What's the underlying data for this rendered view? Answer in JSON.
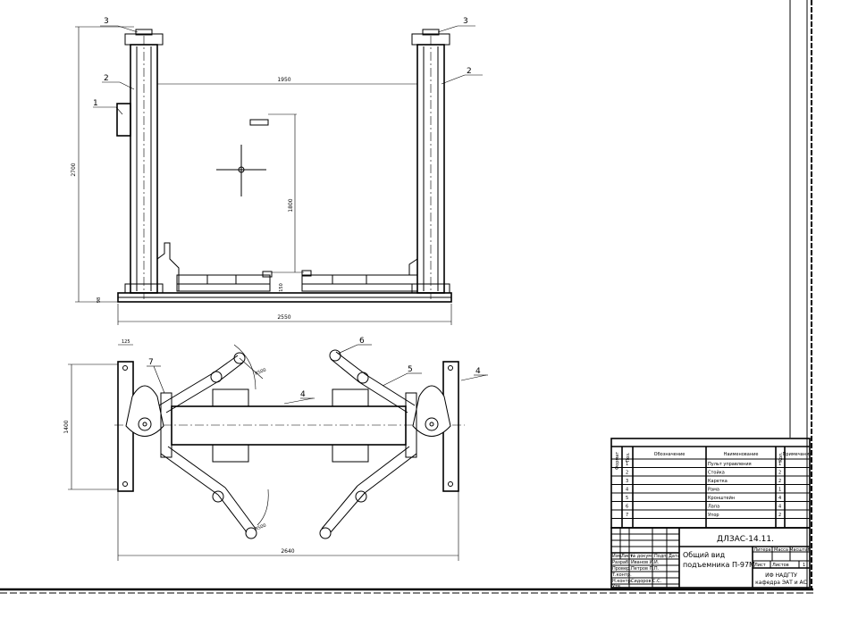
{
  "drawing": {
    "title": "Общий вид подъемника П-97М",
    "title_line1": "Общий вид",
    "title_line2": "подъемника П-97М",
    "designation": "ДЛЗАС-14.11.",
    "organization_line1": "ИФ НАДГТУ",
    "organization_line2": "кафедра ЭАТ и АС"
  },
  "front_view": {
    "callouts": [
      "1",
      "2",
      "2",
      "3",
      "3"
    ],
    "dimensions": [
      "2700",
      "2550",
      "1950",
      "1800",
      "150",
      "98"
    ]
  },
  "plan_view": {
    "callouts": [
      "7",
      "6",
      "5",
      "4",
      "4"
    ],
    "dimensions": [
      "2640",
      "1400",
      "125",
      "R500",
      "R500"
    ]
  },
  "spec_table": {
    "headers": [
      "Формат",
      "Поз.",
      "Обозначение",
      "Наименование",
      "Кол."
    ],
    "extra_header": "Примечание",
    "rows": [
      {
        "pos": "1",
        "name": "Пульт управления",
        "qty": "1"
      },
      {
        "pos": "2",
        "name": "Стойка",
        "qty": "2"
      },
      {
        "pos": "3",
        "name": "Каретка",
        "qty": "2"
      },
      {
        "pos": "4",
        "name": "Рама",
        "qty": "1"
      },
      {
        "pos": "5",
        "name": "Кронштейн",
        "qty": "4"
      },
      {
        "pos": "6",
        "name": "Лапа",
        "qty": "4"
      },
      {
        "pos": "7",
        "name": "Упор",
        "qty": "2"
      }
    ]
  },
  "title_block": {
    "left_headers": [
      "Изм.",
      "Лист",
      "№ докум.",
      "Подп.",
      "Дата"
    ],
    "roles": [
      "Разраб.",
      "Провер.",
      "Т.контр.",
      "Н.контр.",
      "Утв."
    ],
    "names": [
      "Иванов И.И.",
      "Петров П.П.",
      "",
      "Сидоров С.С.",
      ""
    ],
    "right_headers": [
      "Литера",
      "Масса",
      "Масштаб"
    ],
    "sheet_label": "Лист",
    "sheets_label": "Листов",
    "sheets_value": "1"
  }
}
